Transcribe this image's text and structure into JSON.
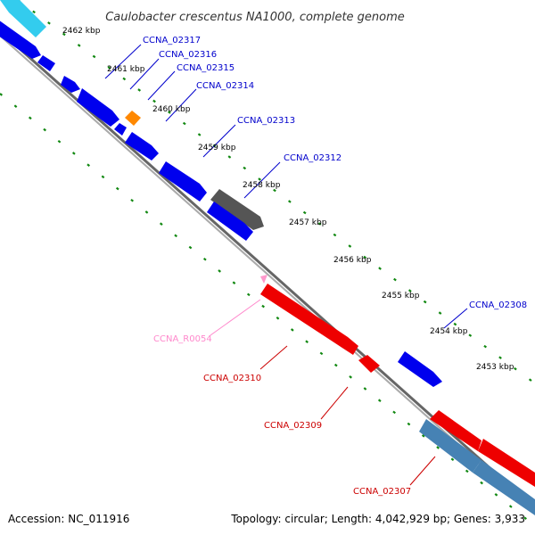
{
  "title": "Caulobacter crescentus NA1000, complete genome",
  "footer": {
    "accession": "Accession: NC_011916",
    "topology": "Topology: circular; Length: 4,042,929 bp; Genes: 3,933"
  },
  "colors": {
    "forward_gene": "#0000ee",
    "reverse_gene": "#ee0000",
    "rrna": "#ff99cc",
    "other_gene": "#555555",
    "pseudo": "#ff8800",
    "backbone": "#888888",
    "tick": "#118811",
    "cds_light": "#33ccee",
    "cds_steel": "#4682b4"
  },
  "scale_labels": [
    "2462 kbp",
    "2461 kbp",
    "2460 kbp",
    "2459 kbp",
    "2458 kbp",
    "2457 kbp",
    "2456 kbp",
    "2455 kbp",
    "2454 kbp",
    "2453 kbp"
  ],
  "gene_labels": [
    {
      "text": "CCNA_02317",
      "color": "#0000cc"
    },
    {
      "text": "CCNA_02316",
      "color": "#0000cc"
    },
    {
      "text": "CCNA_02315",
      "color": "#0000cc"
    },
    {
      "text": "CCNA_02314",
      "color": "#0000cc"
    },
    {
      "text": "CCNA_02313",
      "color": "#0000cc"
    },
    {
      "text": "CCNA_02312",
      "color": "#0000cc"
    },
    {
      "text": "CCNA_02308",
      "color": "#0000cc"
    },
    {
      "text": "CCNA_R0054",
      "color": "#ff88cc"
    },
    {
      "text": "CCNA_02310",
      "color": "#cc0000"
    },
    {
      "text": "CCNA_02309",
      "color": "#cc0000"
    },
    {
      "text": "CCNA_02307",
      "color": "#cc0000"
    }
  ]
}
